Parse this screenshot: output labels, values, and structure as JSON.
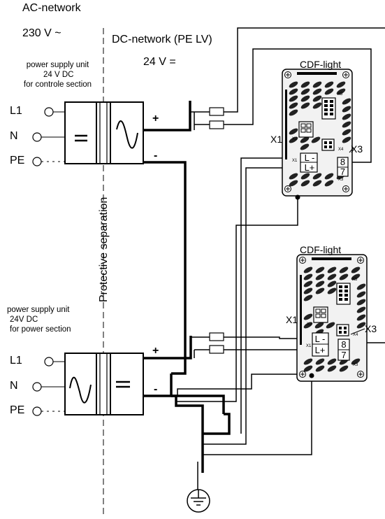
{
  "ac_network": {
    "title": "AC-network",
    "voltage": "230  V ~",
    "inputs": [
      "L1",
      "N",
      "PE"
    ]
  },
  "dc_network": {
    "title": "DC-network (PE LV)",
    "voltage": "24  V ="
  },
  "separation_label": "Protective separation",
  "psu_control": {
    "line1": "power supply unit",
    "line2": "24 V DC",
    "line3": "for controle section",
    "plus": "+",
    "minus": "-"
  },
  "psu_power": {
    "line1": "power supply unit",
    "line2": "24V DC",
    "line3": "for power section",
    "plus": "+",
    "minus": "-"
  },
  "device_top": {
    "name": "CDF-light",
    "x1": "X1",
    "x3": "X3",
    "l_minus": "L -",
    "l_plus": "L+",
    "pin8": "8",
    "pin7": "7",
    "x2_small": "X2",
    "x4_small": "X4",
    "x5_small": "X5",
    "x3_small": "X3",
    "x1_small": "X1"
  },
  "device_bottom": {
    "name": "CDF-light",
    "x1": "X1",
    "x3": "X3",
    "l_minus": "L -",
    "l_plus": "L+",
    "pin8": "8",
    "pin7": "7",
    "x2_small": "X2",
    "x4_small": "X4",
    "x5_small": "X5",
    "x3_small": "X3",
    "x1_small": "X1"
  },
  "colors": {
    "line": "#000000",
    "device_body": "#f2f2f2",
    "vents": "#222222"
  }
}
